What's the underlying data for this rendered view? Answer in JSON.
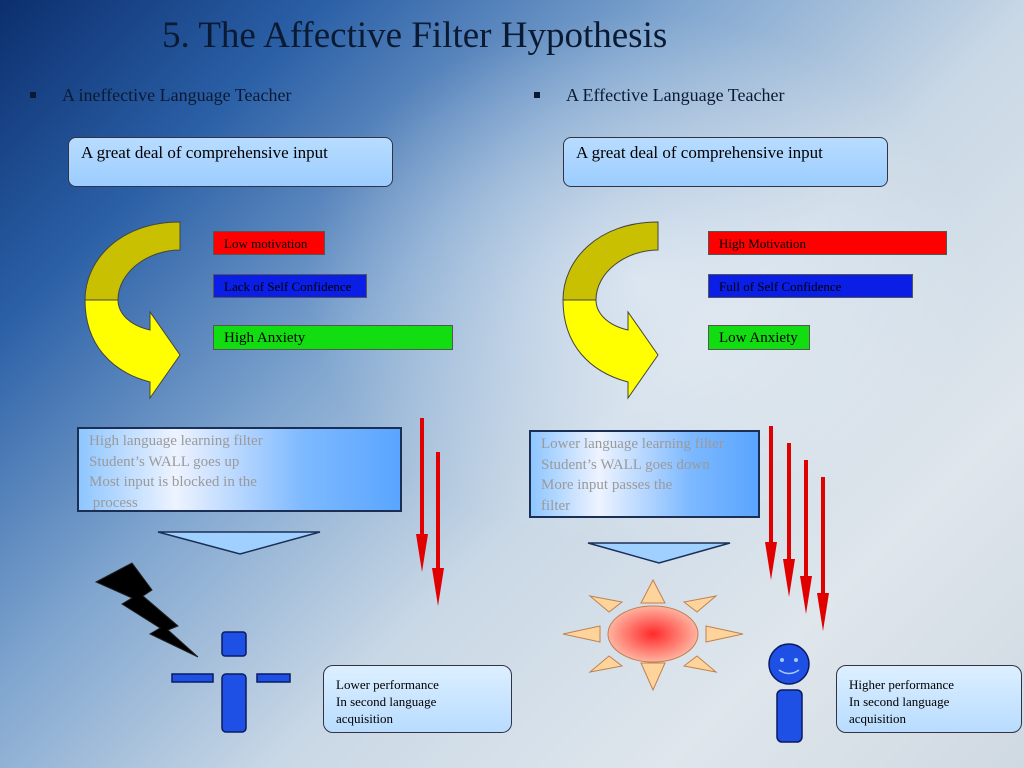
{
  "title": "5. The Affective Filter Hypothesis",
  "left": {
    "heading": "A ineffective Language Teacher",
    "input_box": "A great deal of comprehensive input",
    "factors": [
      "Low motivation",
      "Lack of Self Confidence",
      "High Anxiety"
    ],
    "filter_lines": [
      "High language learning filter",
      "Student’s WALL goes up",
      "Most input is blocked in the",
      " process"
    ],
    "performance_lines": [
      "Lower performance",
      "In second language",
      "acquisition"
    ]
  },
  "right": {
    "heading": "A Effective Language Teacher",
    "input_box": "A great deal of comprehensive input",
    "factors": [
      "High  Motivation",
      "Full of Self Confidence",
      "Low Anxiety"
    ],
    "filter_lines": [
      "Lower language learning filter",
      "Student’s WALL goes down",
      "More input passes the",
      "filter"
    ],
    "performance_lines": [
      "Higher performance",
      "In second language",
      "acquisition"
    ]
  },
  "colors": {
    "red": "#ff0000",
    "blue": "#0a1ee6",
    "green": "#11dd11",
    "arrow_yellow": "#ffff00",
    "arrow_olive": "#c8c000"
  }
}
